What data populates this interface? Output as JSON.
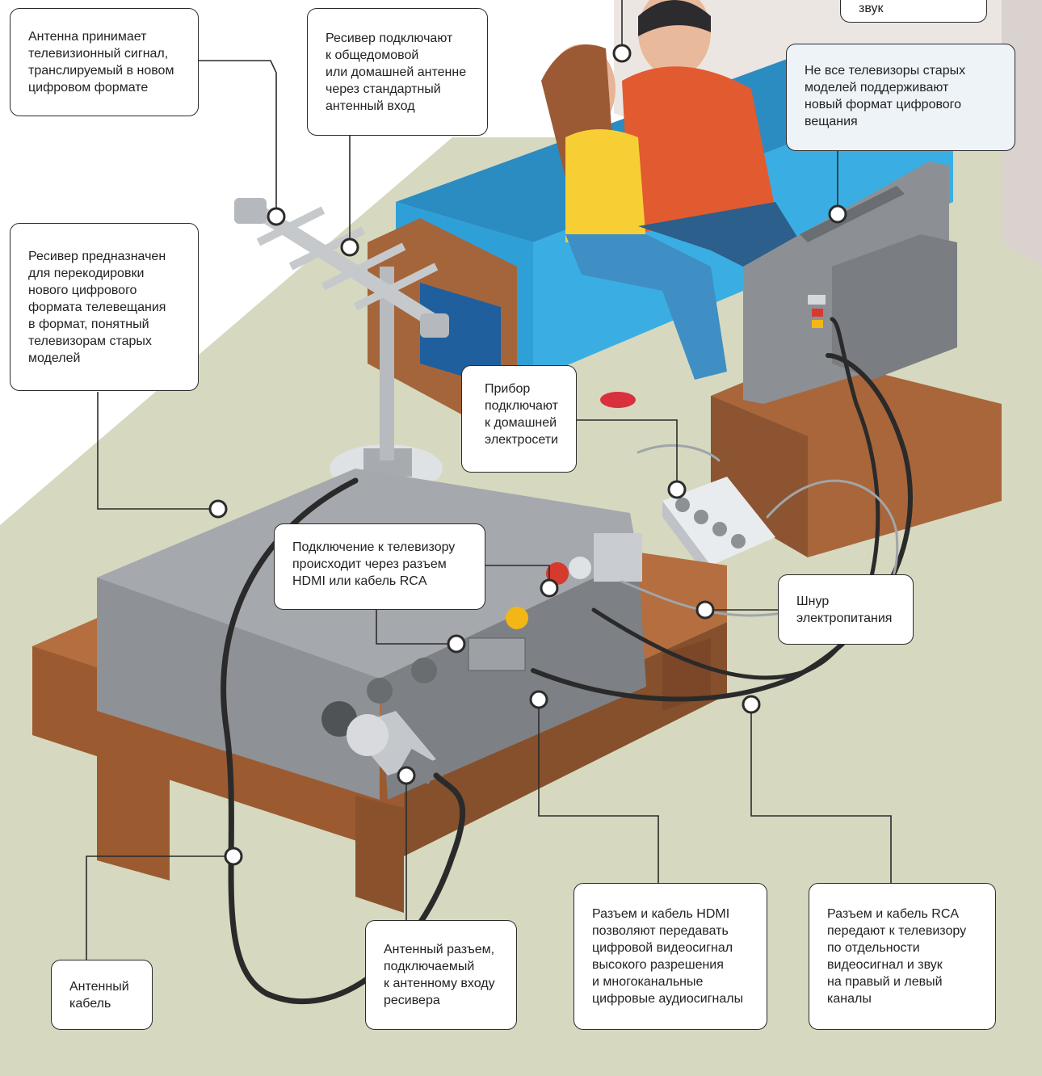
{
  "callouts": {
    "antenna": "Антенна принимает\nтелевизионный сигнал,\nтранслируемый в новом\nцифровом формате",
    "receiver_antenna_input": "Ресивер подключают\nк общедомовой\nили домашней антенне\nчерез стандартный\nантенный вход",
    "old_tv": "Не все телевизоры старых\nмоделей поддерживают\nновый формат цифрового\nвещания",
    "picture_sound": "изображение и звук",
    "receiver_purpose": "Ресивер предназначен\nдля перекодировки\nнового цифрового\nформата телевещания\nв формат, понятный\nтелевизорам старых\nмоделей",
    "power_network": "Прибор\nподключают\nк домашней\nэлектросети",
    "tv_connection": "Подключение к телевизору\nпроисходит через разъем\nHDMI или кабель RCA",
    "power_cord": "Шнур\nэлектропитания",
    "antenna_cable": "Антенный\nкабель",
    "antenna_connector": "Антенный разъем,\nподключаемый\nк антенному входу\nресивера",
    "hdmi": "Разъем и кабель HDMI\nпозволяют передавать\nцифровой видеосигнал\nвысокого разрешения\nи многоканальные\nцифровые аудиосигналы",
    "rca": "Разъем и кабель RCA\nпередают к телевизору\nпо отдельности\nвидеосигнал и звук\nна правый и левый\nканалы"
  },
  "colors": {
    "floor": "#d6d9bf",
    "wall": "#f4f1ee",
    "sofa_blue": "#2e9fd7",
    "wood": "#a9663a",
    "receiver_gray": "#9b9ea3",
    "tv_gray": "#8c9095",
    "cable": "#2a2a2a",
    "rca_red": "#d63a2f",
    "rca_yellow": "#f2b617",
    "leader": "#2b2b2b"
  }
}
